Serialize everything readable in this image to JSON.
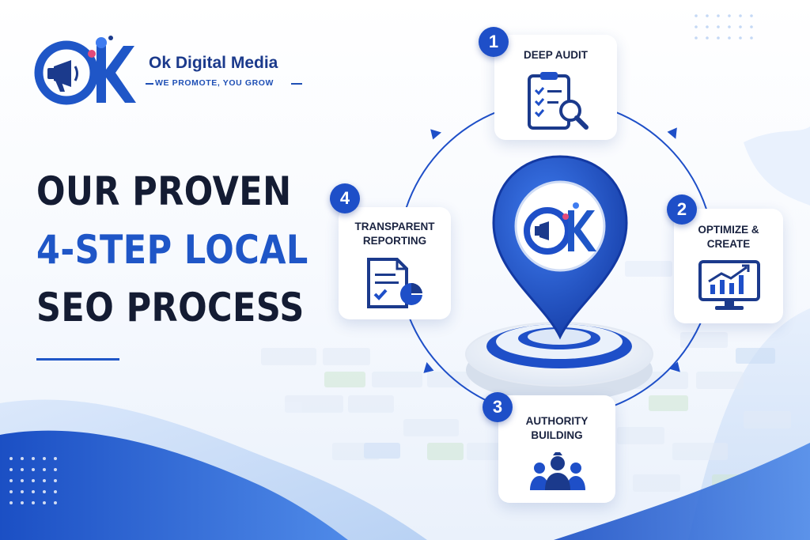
{
  "brand": {
    "name": "Ok Digital Media",
    "tagline": "WE PROMOTE, YOU GROW",
    "logo_letters": "OK"
  },
  "headline": {
    "line1": "OUR PROVEN",
    "line2": "4-STEP LOCAL",
    "line3": "SEO PROCESS"
  },
  "steps": [
    {
      "number": "1",
      "title": "DEEP AUDIT",
      "icon": "clipboard-magnifier-icon"
    },
    {
      "number": "2",
      "title_line1": "OPTIMIZE &",
      "title_line2": "CREATE",
      "icon": "monitor-chart-icon"
    },
    {
      "number": "3",
      "title_line1": "AUTHORITY",
      "title_line2": "BUILDING",
      "icon": "team-users-icon"
    },
    {
      "number": "4",
      "title_line1": "TRANSPARENT",
      "title_line2": "REPORTING",
      "icon": "report-document-icon"
    }
  ],
  "center": {
    "icon": "map-pin-icon",
    "logo_letters": "OK"
  },
  "colors": {
    "primary_blue": "#1e4fc8",
    "dark_text": "#141c33",
    "accent_blue": "#1f56c7"
  }
}
